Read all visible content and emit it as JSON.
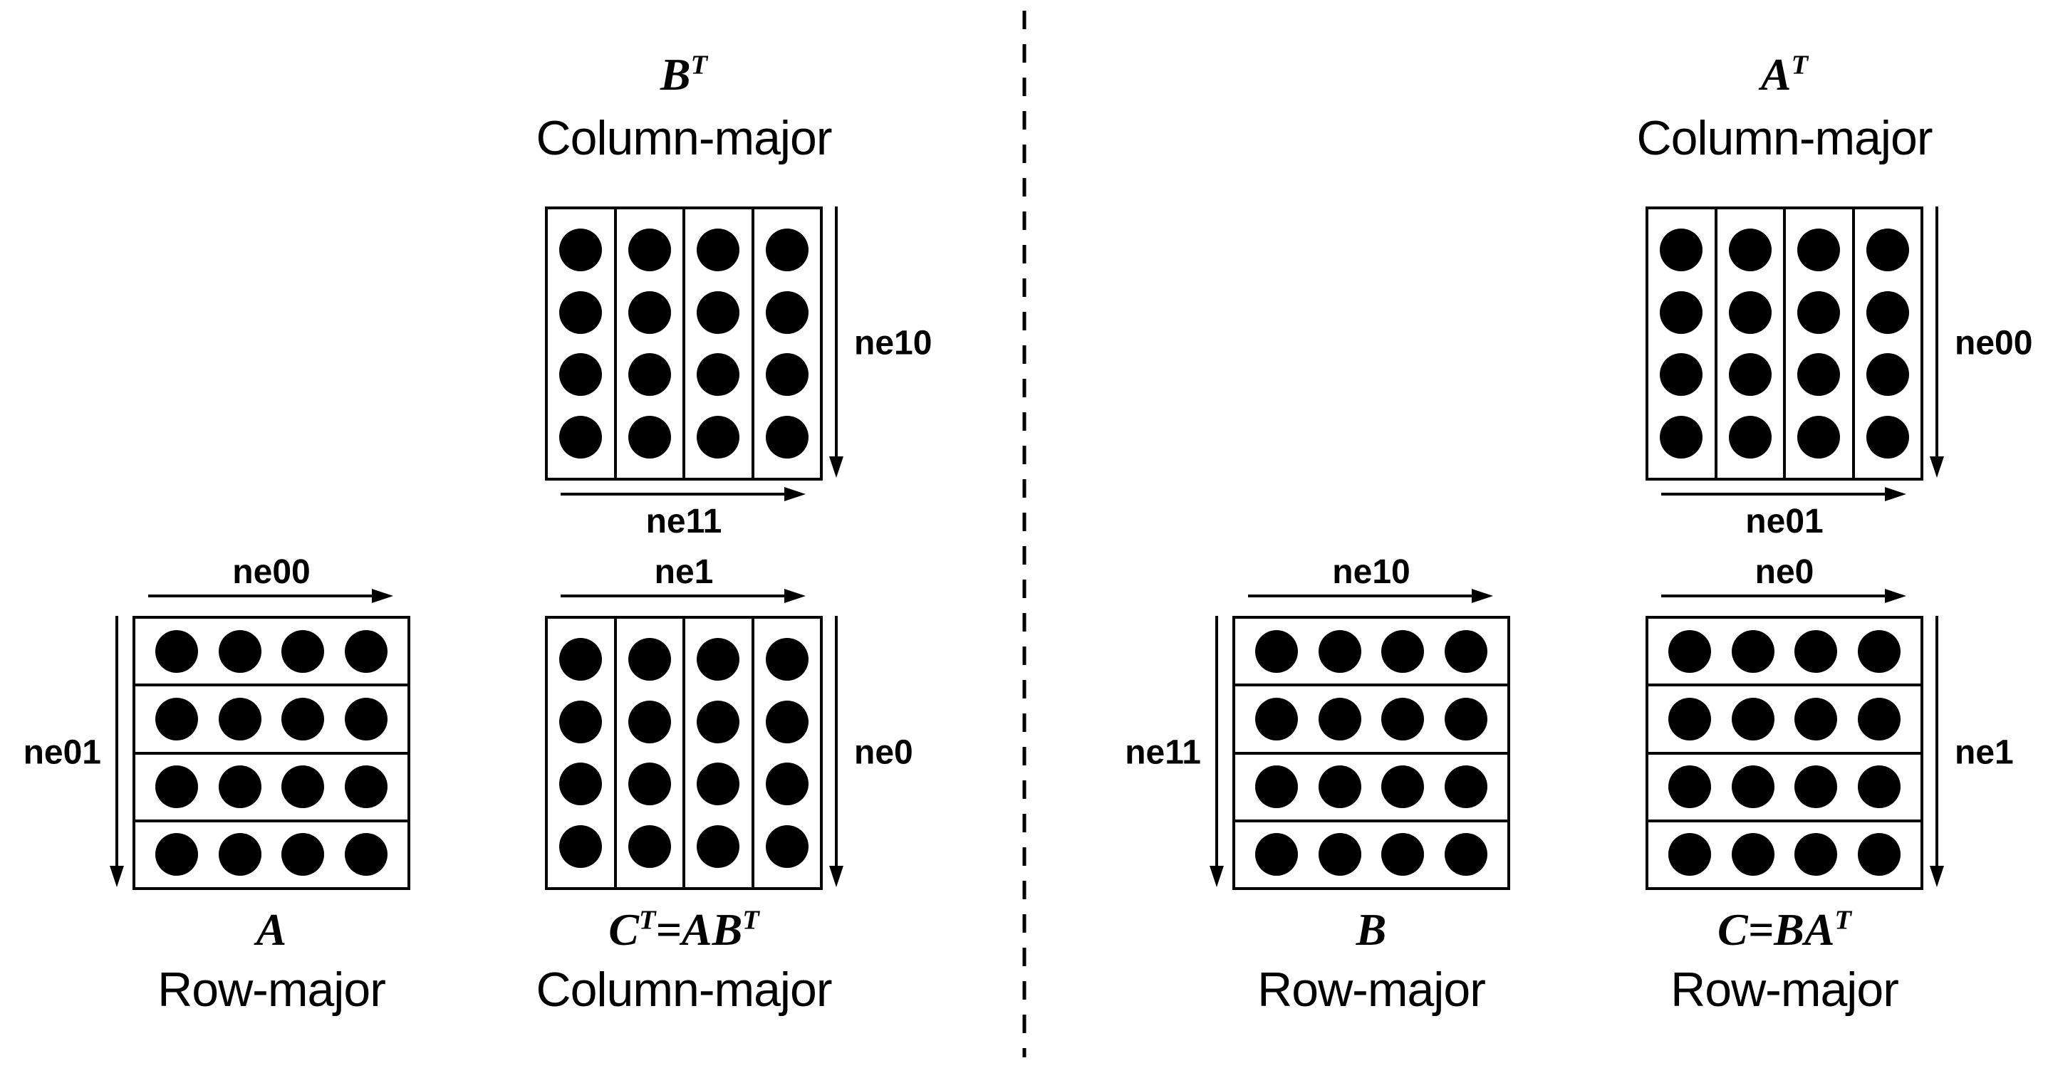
{
  "grid": {
    "rows": 4,
    "cols": 4
  },
  "colors": {
    "ink": "#000000",
    "background": "#ffffff"
  },
  "matrices": {
    "bt": {
      "name_parts": [
        "B",
        "T"
      ],
      "storage": "Column-major",
      "arrow_right": "ne10",
      "arrow_bottom": "ne11"
    },
    "a": {
      "name_parts": [
        "A"
      ],
      "storage": "Row-major",
      "arrow_top": "ne00",
      "arrow_left": "ne01"
    },
    "ct": {
      "name_parts": [
        "C",
        "T",
        "=AB",
        "T"
      ],
      "storage": "Column-major",
      "arrow_top": "ne1",
      "arrow_right": "ne0"
    },
    "at": {
      "name_parts": [
        "A",
        "T"
      ],
      "storage": "Column-major",
      "arrow_right": "ne00",
      "arrow_bottom": "ne01"
    },
    "b": {
      "name_parts": [
        "B"
      ],
      "storage": "Row-major",
      "arrow_top": "ne10",
      "arrow_left": "ne11"
    },
    "c": {
      "name_parts": [
        "C=BA",
        "T"
      ],
      "storage": "Row-major",
      "arrow_top": "ne0",
      "arrow_right": "ne1"
    }
  }
}
